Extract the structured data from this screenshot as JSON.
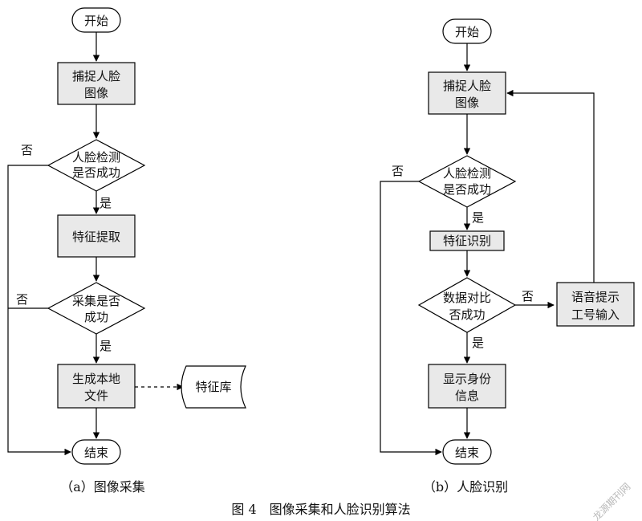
{
  "diagram_a": {
    "start": "开始",
    "capture": [
      "捕捉人脸",
      "图像"
    ],
    "detect": [
      "人脸检测",
      "是否成功"
    ],
    "extract": "特征提取",
    "collect": [
      "采集是否",
      "成功"
    ],
    "generate": [
      "生成本地",
      "文件"
    ],
    "library": "特征库",
    "end": "结束",
    "no1": "否",
    "yes1": "是",
    "no2": "否",
    "yes2": "是",
    "caption": "（a）图像采集"
  },
  "diagram_b": {
    "start": "开始",
    "capture": [
      "捕捉人脸",
      "图像"
    ],
    "detect": [
      "人脸检测",
      "是否成功"
    ],
    "recognize": "特征识别",
    "compare": [
      "数据对比",
      "否成功"
    ],
    "voice": [
      "语音提示",
      "工号输入"
    ],
    "show": [
      "显示身份",
      "信息"
    ],
    "end": "结束",
    "no1": "否",
    "yes1": "是",
    "no2": "否",
    "yes2": "是",
    "caption": "（b）人脸识别"
  },
  "figure_caption": "图 4　图像采集和人脸识别算法",
  "watermark": "龙源期刊网"
}
